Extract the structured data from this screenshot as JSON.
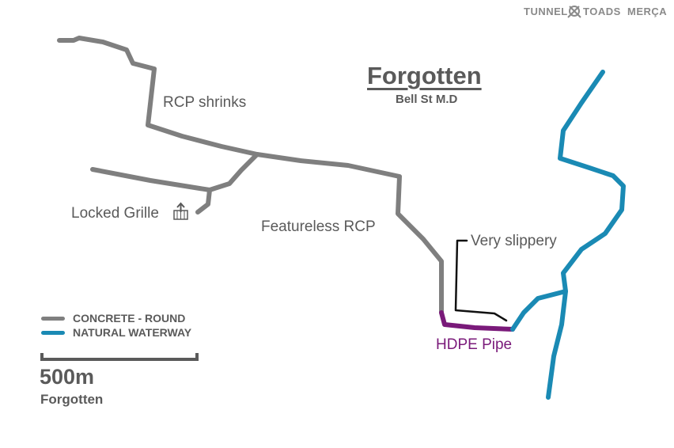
{
  "brand": {
    "part1": "TUNNEL",
    "part2": "TOADS",
    "part3": "MERÇA"
  },
  "title": "Forgotten",
  "subtitle": "Bell St M.D",
  "labels": {
    "rcp_shrinks": "RCP shrinks",
    "locked_grille": "Locked Grille",
    "featureless_rcp": "Featureless RCP",
    "very_slippery": "Very slippery",
    "hdpe_pipe": "HDPE Pipe"
  },
  "legend": {
    "items": [
      {
        "label": "CONCRETE - ROUND",
        "color": "#7f7f7f"
      },
      {
        "label": "NATURAL WATERWAY",
        "color": "#1a8ab4"
      }
    ]
  },
  "scale": {
    "value": "500m",
    "name": "Forgotten"
  },
  "colors": {
    "concrete": "#7f7f7f",
    "waterway": "#1a8ab4",
    "hdpe": "#7a1a7a",
    "annotation": "#111111",
    "text": "#5a5a5a"
  },
  "icons": {
    "grille": "grille-icon",
    "logo_toad": "toad-logo-icon"
  }
}
